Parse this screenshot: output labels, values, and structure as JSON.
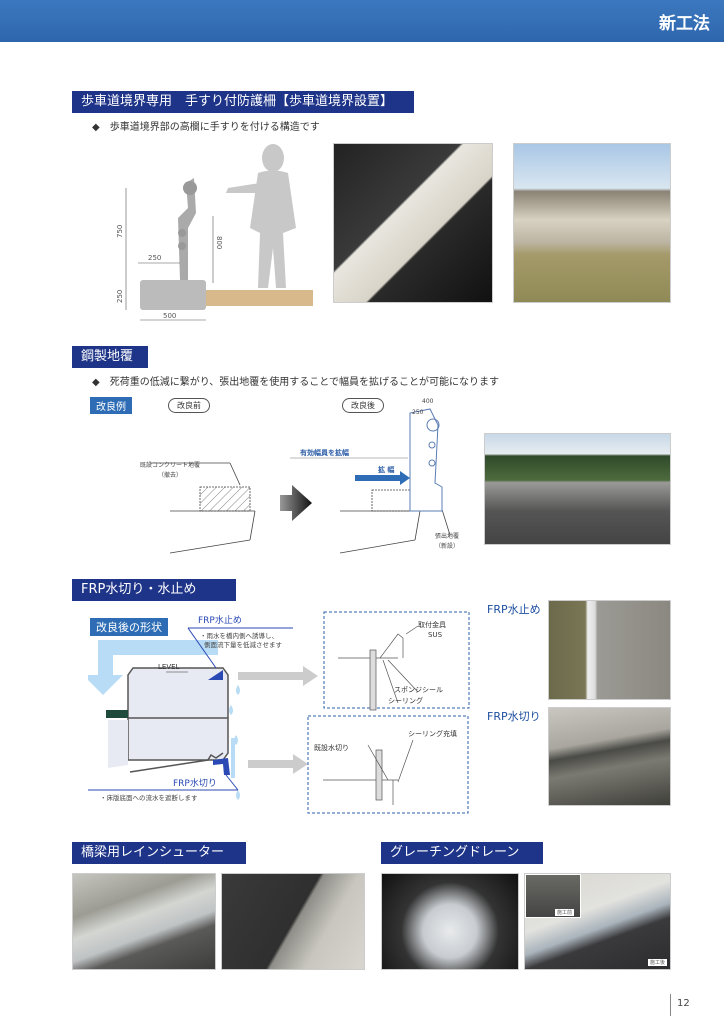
{
  "header": {
    "title": "新工法"
  },
  "sections": {
    "handrail": {
      "title": "歩車道境界専用　手すり付防護柵【歩車道境界設置】",
      "bullet": "◆　歩車道境界部の高欄に手すりを付ける構造です",
      "dims": {
        "d750": "750",
        "d800": "800",
        "d250a": "250",
        "d250b": "250",
        "d500": "500"
      }
    },
    "steel": {
      "title": "鋼製地覆",
      "bullet": "◆　死荷重の低減に繋がり、張出地覆を使用することで幅員を拡げることが可能になります",
      "example_tag": "改良例",
      "before": "改良前",
      "after": "改良後",
      "existing": "既設コンクリート地覆",
      "removed": "（撤去）",
      "widen_effective": "有効幅員を拡幅",
      "widen": "拡 幅",
      "d400": "400",
      "d250": "250",
      "overhang": "張出地覆",
      "new": "（新設）"
    },
    "frp": {
      "title": "FRP水切り・水止め",
      "shape_tag": "改良後の形状",
      "stop_title": "FRP水止め",
      "stop_desc1": "・雨水を橋内側へ誘導し、",
      "stop_desc2": "側面流下量を低減させます",
      "level": "LEVEL",
      "cut_title": "FRP水切り",
      "cut_desc": "・床版底面への流水を遮断します",
      "fitting": "取付金具",
      "sus": "SUS",
      "sponge": "スポンジシール",
      "sealing": "シーリング",
      "sealing_fill": "シーリング充填",
      "existing_cut": "既設水切り",
      "photo_stop_label": "FRP水止め",
      "photo_cut_label": "FRP水切り"
    },
    "rain": {
      "title": "橋梁用レインシューター"
    },
    "grating": {
      "title": "グレーチングドレーン",
      "before": "施工前",
      "after": "施工後"
    }
  },
  "page": {
    "number": "12"
  }
}
